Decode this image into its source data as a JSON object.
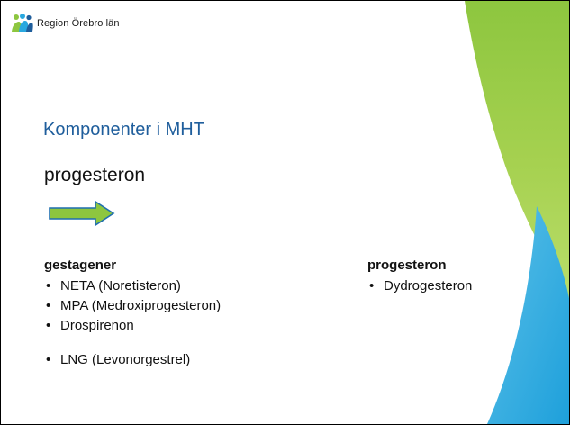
{
  "brand": {
    "logo_text": "Region Örebro län",
    "colors": {
      "green": "#8dc63f",
      "blue": "#29a8df",
      "title_blue": "#1f5e9c"
    }
  },
  "slide": {
    "title": "Komponenter i MHT",
    "subtitle": "progesteron",
    "arrow_icon": "right-arrow-icon",
    "left_column": {
      "heading": "gestagener",
      "items": [
        "NETA (Noretisteron)",
        "MPA (Medroxiprogesteron)",
        "Drospirenon",
        "LNG (Levonorgestrel)"
      ]
    },
    "right_column": {
      "heading": "progesteron",
      "items": [
        "Dydrogesteron"
      ]
    }
  }
}
